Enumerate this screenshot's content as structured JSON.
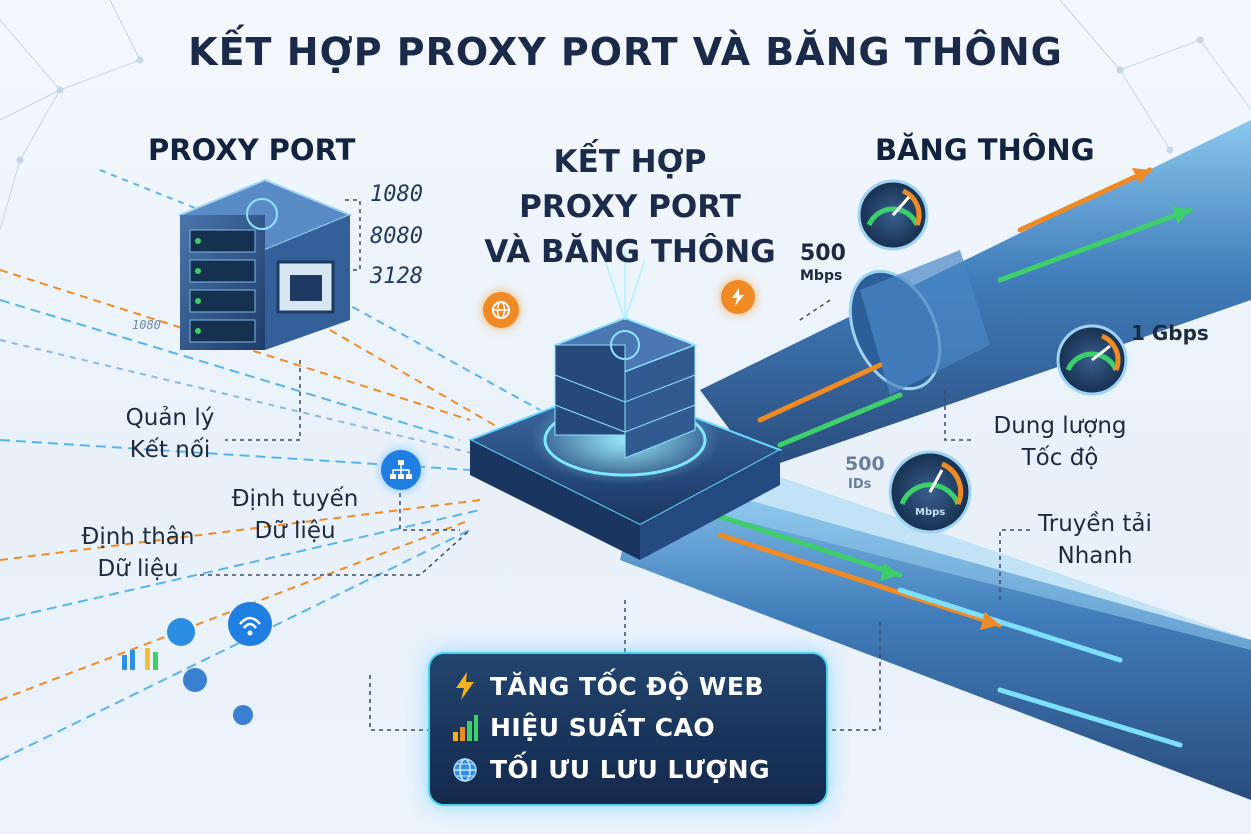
{
  "title": "KẾT HỢP PROXY PORT VÀ BĂNG THÔNG",
  "proxy_port": {
    "heading": "PROXY PORT",
    "ports": [
      "1080",
      "8080",
      "3128"
    ],
    "small_port": "1080"
  },
  "center": {
    "heading_lines": [
      "KẾT HỢP",
      "PROXY PORT",
      "VÀ BĂNG THÔNG"
    ]
  },
  "bandwidth": {
    "heading": "BĂNG THÔNG",
    "speed_500_value": "500",
    "speed_500_unit": "Mbps",
    "speed_1g": "1 Gbps",
    "gauge_label_value": "500",
    "gauge_label_unit": "IDs",
    "gauge_unit": "Mbps"
  },
  "labels": {
    "manage_line1": "Quản lý",
    "manage_line2": "Kết nối",
    "routing_line1": "Định tuyến",
    "routing_line2": "Dữ liệu",
    "identity_line1": "Định thân",
    "identity_line2": "Dữ liệu",
    "capacity_line1": "Dung lượng",
    "capacity_line2": "Tốc độ",
    "transfer_line1": "Truyền tải",
    "transfer_line2": "Nhanh"
  },
  "features": [
    {
      "icon": "lightning-icon",
      "label": "TĂNG TỐC ĐỘ WEB"
    },
    {
      "icon": "bar-chart-icon",
      "label": "HIỆU SUẤT CAO"
    },
    {
      "icon": "globe-icon",
      "label": "TỐI ƯU LƯU LƯỢNG"
    }
  ],
  "colors": {
    "accent_cyan": "#4fd0f0",
    "accent_orange": "#f08a24",
    "accent_green": "#3ccf6a",
    "dark_navy": "#14284b",
    "pipe_blue": "#2a6bb0"
  }
}
